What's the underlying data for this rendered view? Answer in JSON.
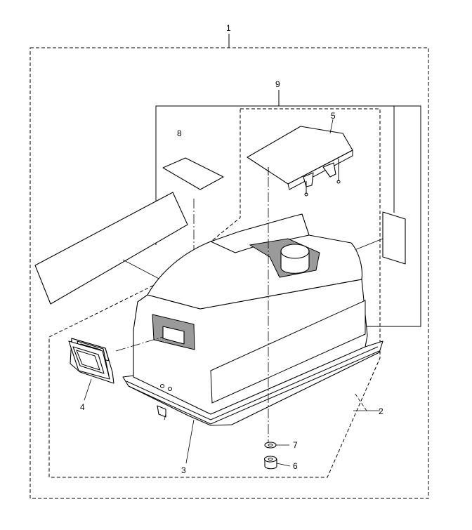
{
  "diagram": {
    "callouts": {
      "c1": "1",
      "c2": "2",
      "c3": "3",
      "c4": "4",
      "c5": "5",
      "c6": "6",
      "c7": "7",
      "c8": "8",
      "c9": "9"
    },
    "colors": {
      "line": "#000000",
      "background": "#ffffff",
      "shading": "#d9d9d9"
    }
  }
}
